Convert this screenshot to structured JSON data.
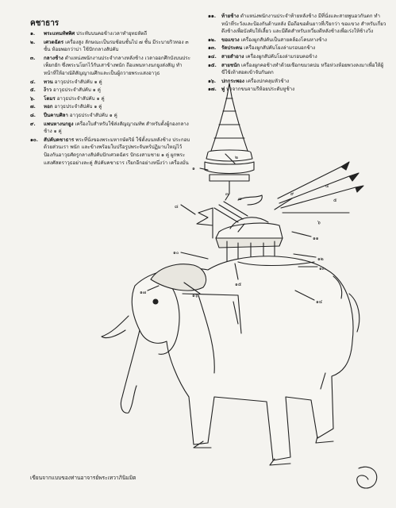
{
  "heading": "คชาธาร",
  "left_items": [
    {
      "num": "๑.",
      "term": "พระแทนทัพพิศ",
      "text": "ประทับบนคอช้างเวลาทำยุทธหัตถี"
    },
    {
      "num": "๒.",
      "term": "เศวตฉัตร",
      "text": "เครื่องสูง ลักษณะเป็นรมซ้อนชั้นไป ๗ ชั้น มีระบายริวทอง ๓ ชั้น ห้อยพอกว่าบ่า ใช้ปักกลางสัปคับ"
    },
    {
      "num": "๓.",
      "term": "กลางช้าง",
      "text": "ตำแหน่งพนักงานประจำกลางหลังช้าง เวลาออกศึกบังบนประเพ็ยกยัก ซึ่งพระนโยกไว้กับเสาข้างพนัก ถือแพนหางนกยูงส่งสัญ ทำหน้าที่ให้อาณัติสัญญาณศึกและเป็นผู้ถวายพระแสงอาวุธ"
    },
    {
      "num": "๔.",
      "term": "ทวน",
      "text": "อาวุธประจำสัปคับ ๑ คู่"
    },
    {
      "num": "๕.",
      "term": "ง้าว",
      "text": "อาวุธประจำสัปคับ ๑ คู่"
    },
    {
      "num": "๖.",
      "term": "โตมร",
      "text": "อาวุธประจำสัปคับ ๑ คู่"
    },
    {
      "num": "๗.",
      "term": "หอก",
      "text": "อาวุธประจำสัปคับ ๑ คู่"
    },
    {
      "num": "๘.",
      "term": "ปืนคาบศิลา",
      "text": "อาวุธประจำสัปคับ ๑ คู่"
    },
    {
      "num": "๙.",
      "term": "แพนหางนกยูง",
      "text": "เครื่องใบสำหรับใช้ส่งสัญญาณทัพ สำหรับตั้งผู้กองกลางช้าง ๑ คู่"
    },
    {
      "num": "๑๐.",
      "term": "สัปคับคชาธาร",
      "text": "พระที่นั่งของพระมหากษัตริย์ ใช้ตั้งบนหลังช้าง ประกอบด้วยส่วนเรา พนัก และข้างพร้อมใบปรือรูปพระจันทร์ปฏิมาบใหญ่ไว้ป้องกันอาวุธศัตรูกลางสัปคับปักเศวตฉัตร ปักธงสามชาย ๑ คู่ ผูกพระแสงศัสตราวุธอย่างละคู่ สัปคับคชาธาร เรียกอีกอย่างหนึ่งว่า เครื่องมั่น"
    }
  ],
  "right_items": [
    {
      "num": "๑๑.",
      "term": "ท้ายช้าง",
      "text": "ตำแหน่งพนักงานประจำท้ายหลังช้าง มีที่นั่งและสายพูนอวกันตก ทำหน้าที่ระวังและป้องกันด้านหลัง มือถือขอต้นยาวที่เรียกว่า ขอแขวง สำหรับเกี่ยวดึงช้างเพื่อบังคับให้เลี้ยว และมีดีดสำหรับเหวี่ยงตีหลังช้างเพื่อเร่งให้ช้างวิ่ง"
    },
    {
      "num": "๑๒.",
      "term": "ขอแขวง",
      "text": "เครื่องผูกสัปคับเป็นสายคล้องโคนหางช้าง"
    },
    {
      "num": "๑๓.",
      "term": "รัดประคน",
      "text": "เครื่องผูกสัปคับโยงล่ามรอบอกช้าง"
    },
    {
      "num": "๑๔.",
      "term": "สายสำอาง",
      "text": "เครื่องผูกสัปคับโยงล่ามรอบคอช้าง"
    },
    {
      "num": "๑๕.",
      "term": "สายชนัก",
      "text": "เครื่องผูกคอช้างทำด้วยเชือกขมวดปม หรือห่วงห้อยพวงลงมาเพื่อให้ผู้ขี่ใช้เท้าสอดเข้าจับกันตก"
    },
    {
      "num": "๑๖.",
      "term": "ปกกระพอง",
      "text": "เครื่องปกคลุมหัวช้าง"
    },
    {
      "num": "๑๗.",
      "term": "พู่",
      "text": "ทำจากขนจามรีห้อยประดับหูช้าง"
    }
  ],
  "footer": "เขียนจากแบบของท่านอาจารย์พระเทวาภินิมมิต",
  "callouts": [
    "๑",
    "๒",
    "๓",
    "๔",
    "๕",
    "๖",
    "๗",
    "๘",
    "๙",
    "๑๐",
    "๑๑",
    "๑๒",
    "๑๓",
    "๑๔",
    "๑๕",
    "๑๖",
    "๑๗"
  ]
}
